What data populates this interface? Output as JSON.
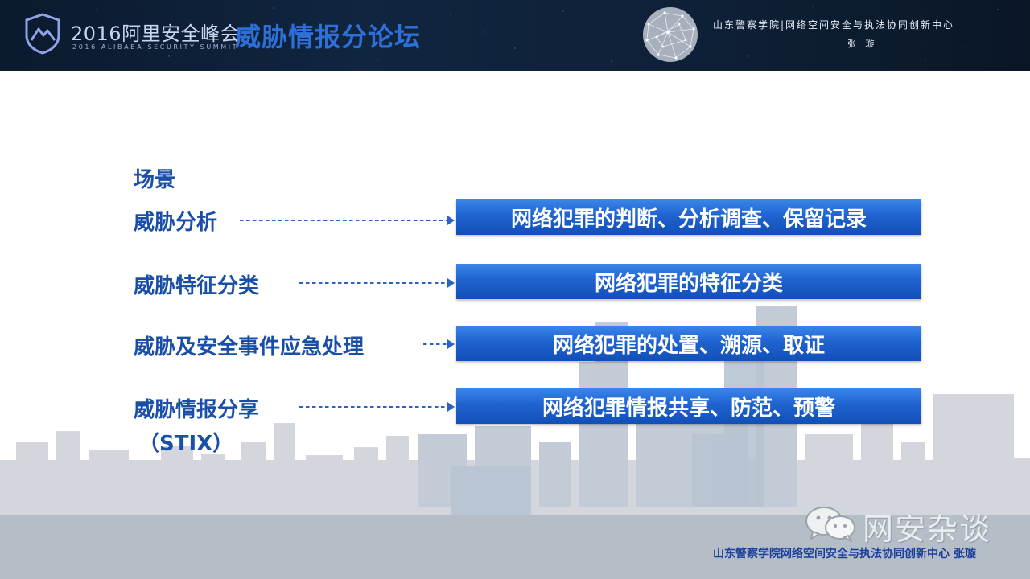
{
  "header": {
    "summit_title": "2016阿里安全峰会",
    "summit_subtitle": "2016 ALIBABA SECURITY SUMMIT",
    "forum_title": "威胁情报分论坛",
    "organization": "山东警察学院|网络空间安全与执法协同创新中心",
    "author": "张 璇",
    "logo_icon": "shield-mountain-icon",
    "globe_icon": "network-globe-icon"
  },
  "content": {
    "scene_label": "场景",
    "rows": [
      {
        "label": "威胁分析",
        "bar": "网络犯罪的判断、分析调查、保留记录"
      },
      {
        "label": "威胁特征分类",
        "bar": "网络犯罪的特征分类"
      },
      {
        "label": "威胁及安全事件应急处理",
        "bar": "网络犯罪的处置、溯源、取证"
      },
      {
        "label": "威胁情报分享",
        "bar": "网络犯罪情报共享、防范、预警"
      }
    ],
    "stix_label": "（STIX）"
  },
  "watermark": {
    "icon": "wechat-icon",
    "text": "网安杂谈"
  },
  "footer": {
    "credit": "山东警察学院网络空间安全与执法协同创新中心  张璇"
  },
  "colors": {
    "header_bg": "#0e2036",
    "accent_blue": "#1a4fa8",
    "bar_blue": "#1f63d0",
    "forum_title": "#2f6fd8"
  }
}
